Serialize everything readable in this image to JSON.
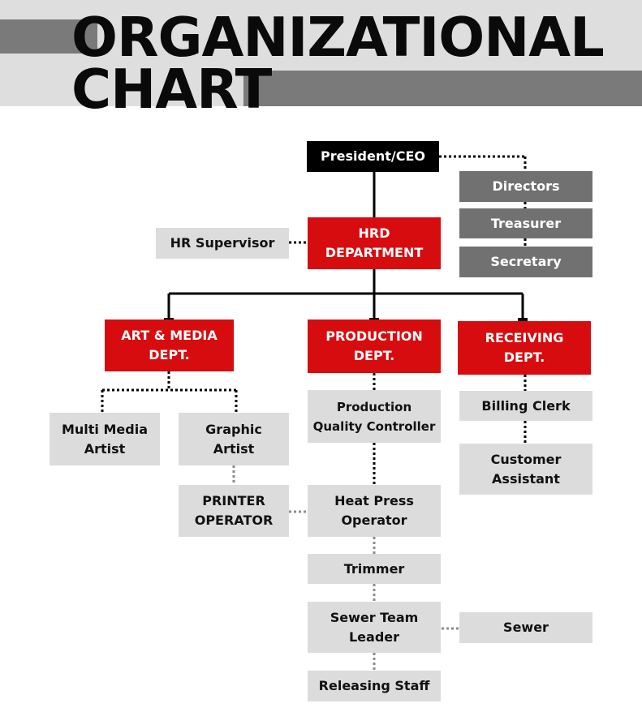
{
  "title": {
    "line1": "ORGANIZATIONAL",
    "line2": "CHART"
  },
  "colors": {
    "black": "#000000",
    "red": "#d60c0f",
    "dark_gray": "#717171",
    "light_gray": "#dcdcdc",
    "header_bg": "#dedede"
  },
  "nodes": {
    "president": "President/CEO",
    "directors": "Directors",
    "treasurer": "Treasurer",
    "secretary": "Secretary",
    "hrd": "HRD\nDEPARTMENT",
    "hr_supervisor": "HR Supervisor",
    "art_media": "ART & MEDIA\nDEPT.",
    "production": "PRODUCTION\nDEPT.",
    "receiving": "RECEIVING\nDEPT.",
    "multimedia": "Multi Media\nArtist",
    "graphic": "Graphic\nArtist",
    "printer": "PRINTER\nOPERATOR",
    "pqc": "Production\nQuality Controller",
    "heat_press": "Heat Press\nOperator",
    "trimmer": "Trimmer",
    "sewer_lead": "Sewer Team\nLeader",
    "sewer": "Sewer",
    "releasing": "Releasing Staff",
    "billing": "Billing Clerk",
    "customer": "Customer\nAssistant"
  }
}
